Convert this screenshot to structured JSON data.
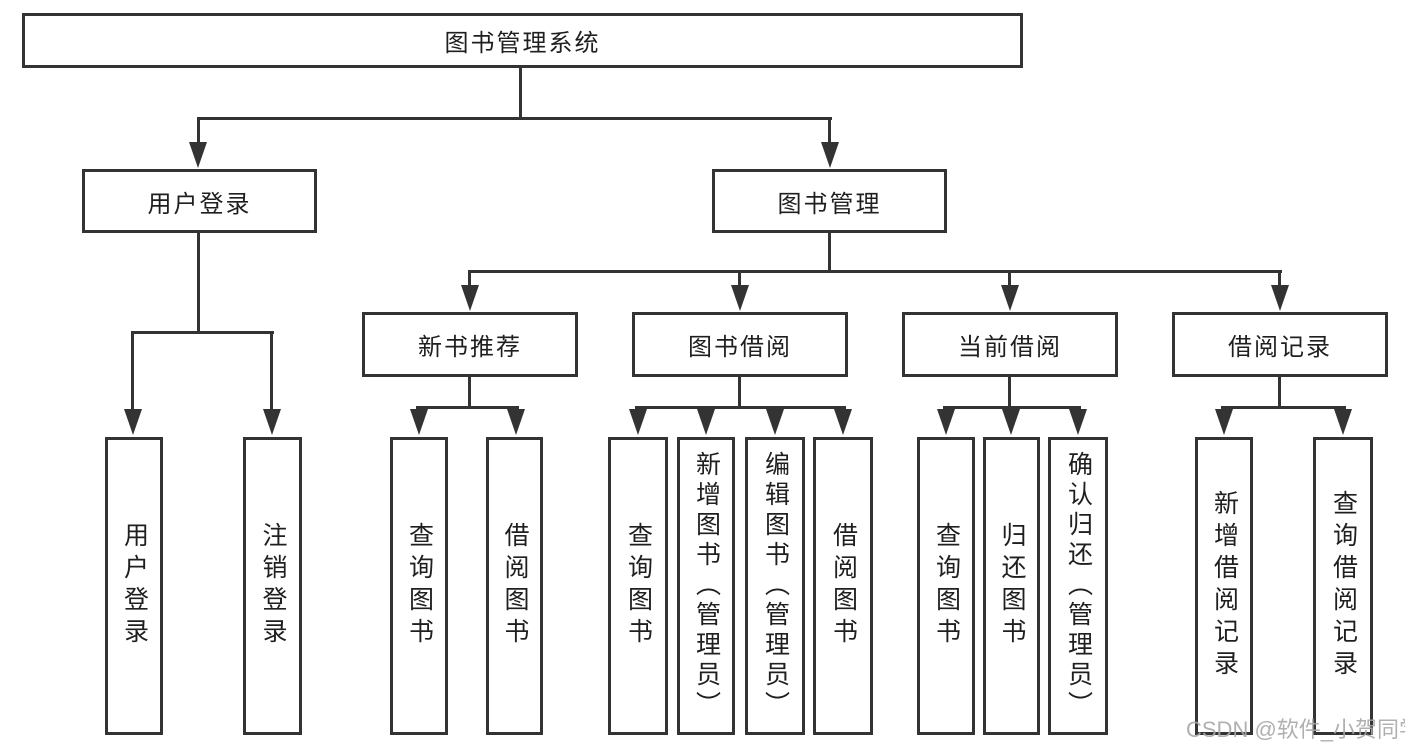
{
  "diagram": {
    "root": {
      "label": "图书管理系统"
    },
    "level1": [
      {
        "label": "用户登录"
      },
      {
        "label": "图书管理"
      }
    ],
    "level2": [
      {
        "label": "新书推荐"
      },
      {
        "label": "图书借阅"
      },
      {
        "label": "当前借阅"
      },
      {
        "label": "借阅记录"
      }
    ],
    "leaves": {
      "user_login": [
        "用户登录",
        "注销登录"
      ],
      "new_book": [
        "查询图书",
        "借阅图书"
      ],
      "book_borrow": [
        "查询图书",
        "新增图书（管理员）",
        "编辑图书（管理员）",
        "借阅图书"
      ],
      "current_borrow": [
        "查询图书",
        "归还图书",
        "确认归还（管理员）"
      ],
      "borrow_record": [
        "新增借阅记录",
        "查询借阅记录"
      ]
    }
  },
  "watermark": {
    "text": "CSDN @软件_小贺同学"
  },
  "colors": {
    "line": "#333333",
    "text": "#1f1f1f",
    "background": "#ffffff",
    "watermark": "#a8a8a8"
  }
}
